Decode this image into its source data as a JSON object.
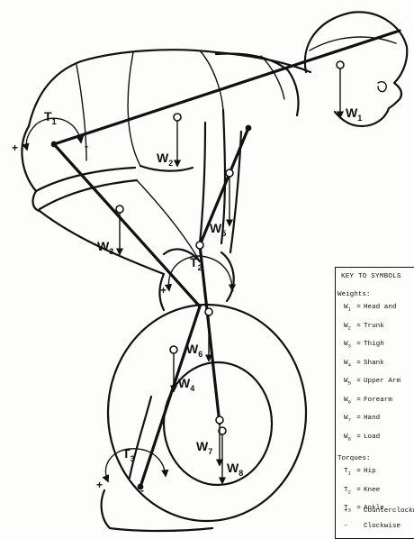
{
  "labels": {
    "w1": {
      "main": "W",
      "sub": "1"
    },
    "w2": {
      "main": "W",
      "sub": "2"
    },
    "w3": {
      "main": "W",
      "sub": "3"
    },
    "w4": {
      "main": "W",
      "sub": "4"
    },
    "w5": {
      "main": "W",
      "sub": "5"
    },
    "w6": {
      "main": "W",
      "sub": "6"
    },
    "w7": {
      "main": "W",
      "sub": "7"
    },
    "w8": {
      "main": "W",
      "sub": "8"
    },
    "t1": {
      "main": "T",
      "sub": "1"
    },
    "t2": {
      "main": "T",
      "sub": "2"
    },
    "t3": {
      "main": "T",
      "sub": "3"
    }
  },
  "signs": {
    "t1_plus": "+",
    "t1_minus": "-",
    "t2_plus": "+",
    "t2_minus": "-",
    "t3_plus": "+",
    "t3_minus": "-"
  },
  "key": {
    "title": "KEY TO SYMBOLS",
    "weights_header": "Weights:",
    "weights": [
      {
        "sym": "W",
        "sub": "1",
        "eq": "=",
        "text": "Head and"
      },
      {
        "sym": "W",
        "sub": "2",
        "eq": "=",
        "text": "Trunk"
      },
      {
        "sym": "W",
        "sub": "3",
        "eq": "=",
        "text": "Thigh"
      },
      {
        "sym": "W",
        "sub": "4",
        "eq": "=",
        "text": "Shank"
      },
      {
        "sym": "W",
        "sub": "5",
        "eq": "=",
        "text": "Upper Arm"
      },
      {
        "sym": "W",
        "sub": "6",
        "eq": "=",
        "text": "Forearm"
      },
      {
        "sym": "W",
        "sub": "7",
        "eq": "=",
        "text": "Hand"
      },
      {
        "sym": "W",
        "sub": "8",
        "eq": "=",
        "text": "Load"
      }
    ],
    "torques_header": "Torques:",
    "torques": [
      {
        "sym": "T",
        "sub": "1",
        "eq": "=",
        "text": "Hip"
      },
      {
        "sym": "T",
        "sub": "2",
        "eq": "=",
        "text": "Knee"
      },
      {
        "sym": "T",
        "sub": "3",
        "eq": "=",
        "text": "Ankle"
      }
    ],
    "sign_legend": [
      {
        "sign": "+",
        "text": "Counterclockwise"
      },
      {
        "sign": "-",
        "text": "Clockwise"
      }
    ]
  }
}
